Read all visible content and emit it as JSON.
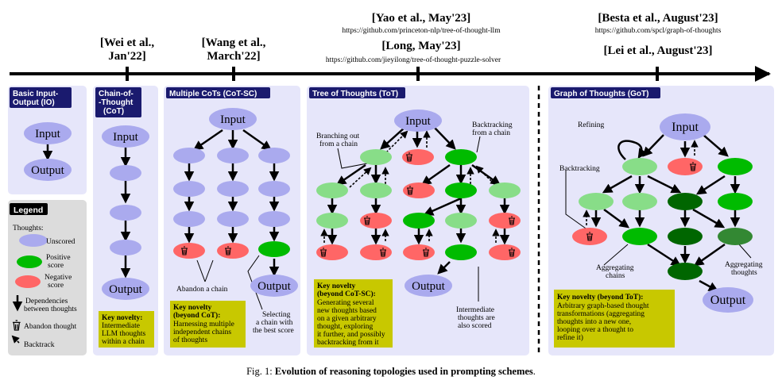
{
  "colors": {
    "panel": "#e6e6fa",
    "legend_panel": "#dcdcdc",
    "title_box": "#1a1a6e",
    "unscored": "#aaaaee",
    "positive": "#00bb00",
    "positive_light": "#88dd88",
    "positive_dark": "#006600",
    "positive_mid": "#338833",
    "negative": "#ff6666",
    "novelty": "#c8c800"
  },
  "timeline": {
    "wei": {
      "line1": "[Wei et al.,",
      "line2": "Jan'22]"
    },
    "wang": {
      "line1": "[Wang et al.,",
      "line2": "March'22]"
    },
    "yao": {
      "label": "[Yao et al., May'23]",
      "url": "https://github.com/princeton-nlp/tree-of-thought-llm"
    },
    "long": {
      "label": "[Long, May'23]",
      "url": "https://github.com/jieyilong/tree-of-thought-puzzle-solver"
    },
    "besta": {
      "label": "[Besta et al., August'23]",
      "url": "https://github.com/spcl/graph-of-thoughts"
    },
    "lei": {
      "label": "[Lei et al., August'23]"
    }
  },
  "io": {
    "title1": "Basic Input-",
    "title2": "Output (IO)",
    "input": "Input",
    "output": "Output"
  },
  "legend": {
    "title": "Legend",
    "thoughts": "Thoughts:",
    "unscored": "Unscored",
    "positive1": "Positive",
    "positive2": "score",
    "negative1": "Negative",
    "negative2": "score",
    "dep1": "Dependencies",
    "dep2": "between thoughts",
    "abandon": "Abandon thought",
    "backtrack": "Backtrack"
  },
  "cot": {
    "title1": "Chain-of-",
    "title2": "-Thought",
    "title3": "(CoT)",
    "input": "Input",
    "output": "Output",
    "key1": "Key novelty:",
    "key2": "Intermediate",
    "key3": "LLM thoughts",
    "key4": "within a chain"
  },
  "cotsc": {
    "title": "Multiple CoTs (CoT-SC)",
    "input": "Input",
    "output": "Output",
    "abandon": "Abandon a chain",
    "select1": "Selecting",
    "select2": "a chain with",
    "select3": "the best score",
    "key1": "Key novelty",
    "key2": "(beyond CoT):",
    "key3": "Harnessing multiple",
    "key4": "independent chains",
    "key5": "of thoughts"
  },
  "tot": {
    "title": "Tree of Thoughts (ToT)",
    "input": "Input",
    "output": "Output",
    "branch1": "Branching out",
    "branch2": "from a chain",
    "back1": "Backtracking",
    "back2": "from a chain",
    "inter1": "Intermediate",
    "inter2": "thoughts are",
    "inter3": "also scored",
    "key1": "Key novelty",
    "key2": "(beyond CoT-SC):",
    "key3": "Generating several",
    "key4": "new thoughts based",
    "key5": "on a given arbitrary",
    "key6": "thought, exploring",
    "key7": "it further, and possibly",
    "key8": "backtracking from it"
  },
  "got": {
    "title": "Graph of Thoughts (GoT)",
    "input": "Input",
    "output": "Output",
    "refining": "Refining",
    "backtracking": "Backtracking",
    "agg_chains1": "Aggregating",
    "agg_chains2": "chains",
    "agg_thoughts1": "Aggregating",
    "agg_thoughts2": "thoughts",
    "key1": "Key novelty (beyond ToT):",
    "key2": "Arbitrary graph-based thought",
    "key3": "transformations (aggregating",
    "key4": "thoughts into a new one,",
    "key5": "looping over a thought to",
    "key6": "refine it)"
  },
  "caption": {
    "prefix": "Fig. 1: ",
    "bold": "Evolution of reasoning topologies used in prompting schemes",
    "suffix": "."
  }
}
